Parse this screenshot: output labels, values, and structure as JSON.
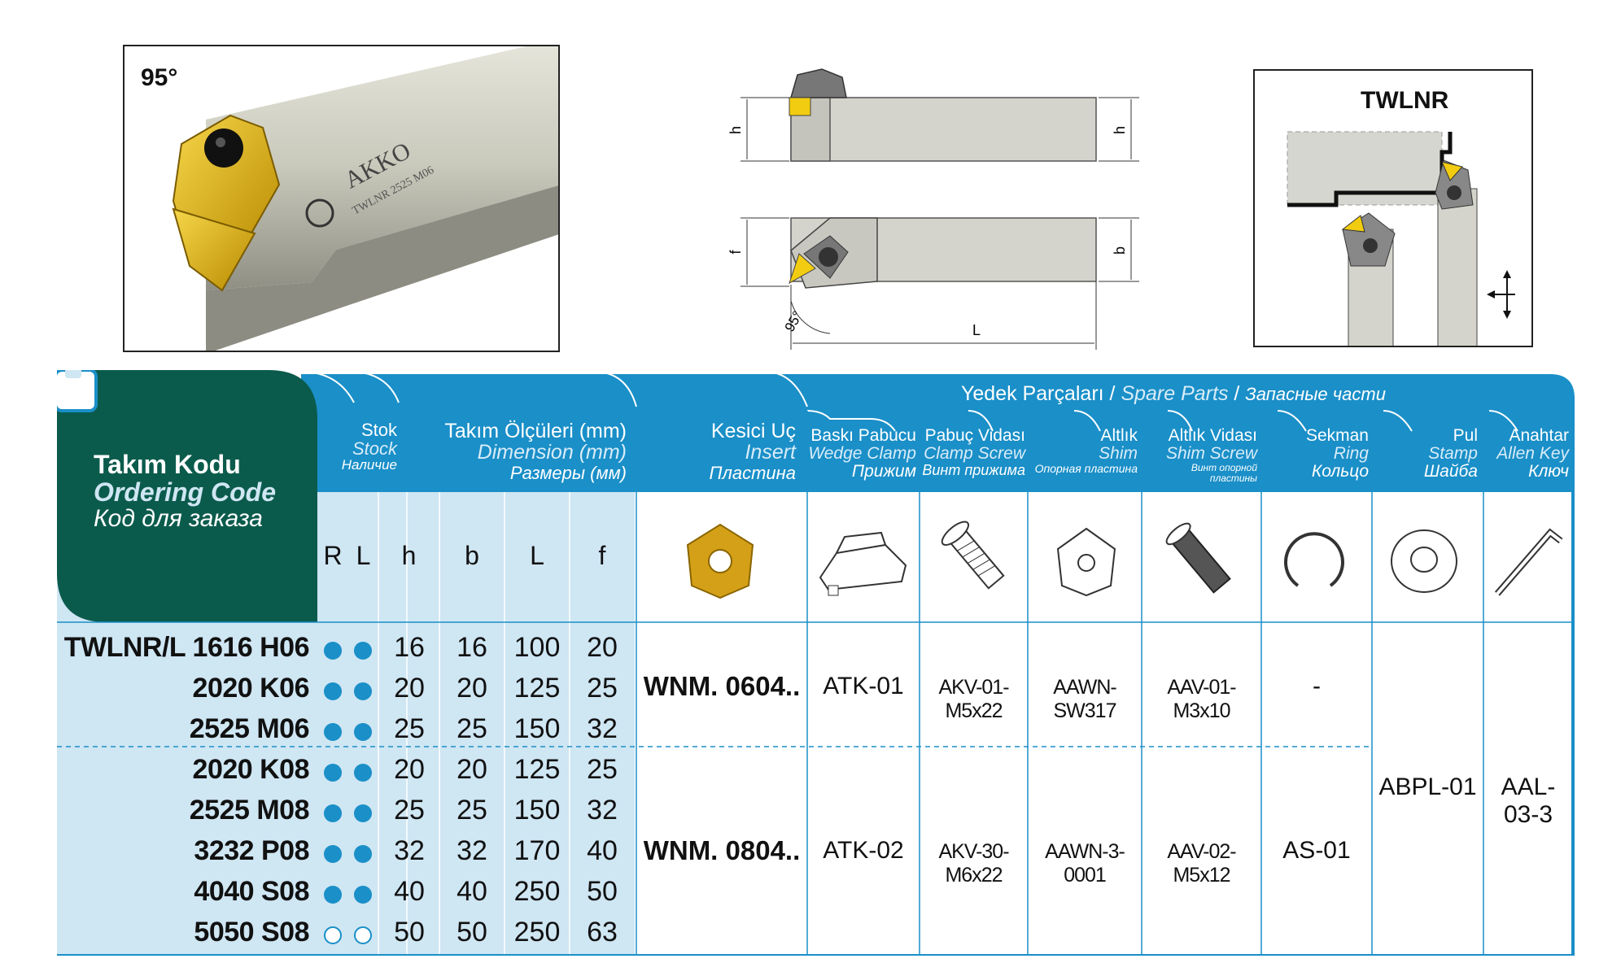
{
  "photo": {
    "angle": "95°",
    "brand": "AKKO",
    "marking": "TWLNR 2525 M06"
  },
  "drawing": {
    "h_left": "h",
    "h_right": "h",
    "f": "f",
    "b": "b",
    "L": "L",
    "angle": "95°"
  },
  "topview": {
    "title": "TWLNR"
  },
  "header": {
    "ordering": {
      "tr": "Takım Kodu",
      "en": "Ordering Code",
      "ru": "Код для заказа"
    },
    "stock": {
      "tr": "Stok",
      "en": "Stock",
      "ru": "Наличие"
    },
    "dimension": {
      "tr": "Takım Ölçüleri (mm)",
      "en": "Dimension (mm)",
      "ru": "Размеры (мм)"
    },
    "insert": {
      "tr": "Kesici Uç",
      "en": "Insert",
      "ru": "Пластина"
    },
    "spare": {
      "tr": "Yedek Parçaları",
      "en": "Spare Parts",
      "ru": "Запасные части"
    },
    "wedge": {
      "tr": "Baskı Pabucu",
      "en": "Wedge Clamp",
      "ru": "Прижим"
    },
    "clamp_screw": {
      "tr": "Pabuç Vidası",
      "en": "Clamp Screw",
      "ru": "Винт прижима"
    },
    "shim": {
      "tr": "Altlık",
      "en": "Shim",
      "ru": "Опорная пластина"
    },
    "shim_screw": {
      "tr": "Altlık Vidası",
      "en": "Shim Screw",
      "ru": "Винт опорной пластины"
    },
    "ring": {
      "tr": "Sekman",
      "en": "Ring",
      "ru": "Кольцо"
    },
    "stamp": {
      "tr": "Pul",
      "en": "Stamp",
      "ru": "Шайба"
    },
    "key": {
      "tr": "Anahtar",
      "en": "Allen Key",
      "ru": "Ключ"
    }
  },
  "subheaders": {
    "R": "R",
    "L": "L",
    "h": "h",
    "b": "b",
    "Lc": "L",
    "f": "f"
  },
  "rows": [
    {
      "code": "TWLNR/L  1616 H06",
      "R": "full",
      "L": "full",
      "h": "16",
      "b": "16",
      "Lv": "100",
      "f": "20"
    },
    {
      "code": "2020 K06",
      "R": "full",
      "L": "full",
      "h": "20",
      "b": "20",
      "Lv": "125",
      "f": "25"
    },
    {
      "code": "2525 M06",
      "R": "full",
      "L": "full",
      "h": "25",
      "b": "25",
      "Lv": "150",
      "f": "32"
    },
    {
      "code": "2020 K08",
      "R": "full",
      "L": "full",
      "h": "20",
      "b": "20",
      "Lv": "125",
      "f": "25"
    },
    {
      "code": "2525 M08",
      "R": "full",
      "L": "full",
      "h": "25",
      "b": "25",
      "Lv": "150",
      "f": "32"
    },
    {
      "code": "3232 P08",
      "R": "full",
      "L": "full",
      "h": "32",
      "b": "32",
      "Lv": "170",
      "f": "40"
    },
    {
      "code": "4040 S08",
      "R": "full",
      "L": "full",
      "h": "40",
      "b": "40",
      "Lv": "250",
      "f": "50"
    },
    {
      "code": "5050 S08",
      "R": "empty",
      "L": "empty",
      "h": "50",
      "b": "50",
      "Lv": "250",
      "f": "63"
    }
  ],
  "group1": {
    "insert": "WNM. 0604..",
    "wedge": "ATK-01",
    "clamp_screw": "AKV-01-M5x22",
    "shim": "AAWN-SW317",
    "shim_screw": "AAV-01-M3x10",
    "ring": "-"
  },
  "group2": {
    "insert": "WNM. 0804..",
    "wedge": "ATK-02",
    "clamp_screw": "AKV-30-M6x22",
    "shim": "AAWN-3-0001",
    "shim_screw": "AAV-02-M5x12",
    "ring": "AS-01"
  },
  "common": {
    "stamp": "ABPL-01",
    "key": "AAL-03-3"
  },
  "colors": {
    "dark_green": "#0b5b4c",
    "blue": "#1a8fc8",
    "light_blue": "#cfe6f3",
    "insert_gold": "#d9a400"
  }
}
